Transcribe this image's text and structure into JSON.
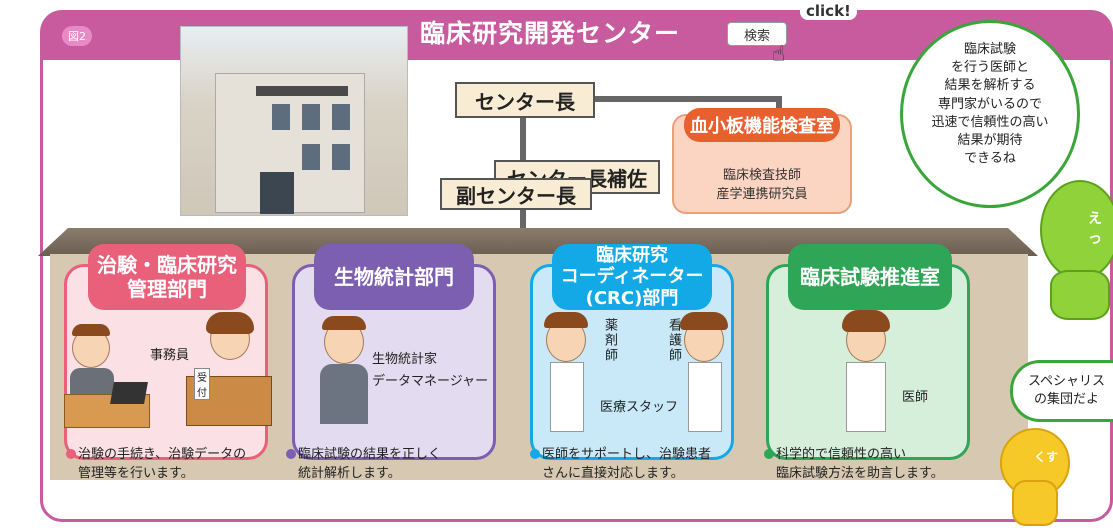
{
  "header": {
    "figure_badge": "図2",
    "title": "臨床研究開発センター",
    "search_label": "検索",
    "click_label": "click!"
  },
  "org": {
    "director": "センター長",
    "assistant": "センター長補佐",
    "vice": "副センター長"
  },
  "blood_lab": {
    "title": "血小板機能検査室",
    "roles": [
      "臨床検査技師",
      "産学連携研究員"
    ]
  },
  "departments": [
    {
      "title_lines": [
        "治験・臨床研究",
        "管理部門"
      ],
      "roles": [
        "事務員",
        "受付"
      ],
      "description_lines": [
        "治験の手続き、治験データの",
        "管理等を行います。"
      ],
      "color": "#e8607a"
    },
    {
      "title_lines": [
        "生物統計部門"
      ],
      "roles": [
        "生物統計家",
        "データマネージャー"
      ],
      "description_lines": [
        "臨床試験の結果を正しく",
        "統計解析します。"
      ],
      "color": "#7d5fb1"
    },
    {
      "title_lines": [
        "臨床研究",
        "コーディネーター",
        "(CRC)部門"
      ],
      "roles": [
        "薬剤師",
        "看護師",
        "医療スタッフ"
      ],
      "description_lines": [
        "医師をサポートし、治験患者",
        "さんに直接対応します。"
      ],
      "color": "#13a9e6"
    },
    {
      "title_lines": [
        "臨床試験推進室"
      ],
      "roles": [
        "医師"
      ],
      "description_lines": [
        "科学的で信頼性の高い",
        "臨床試験方法を助言します。"
      ],
      "color": "#2fa558"
    }
  ],
  "bubbles": {
    "top_lines": [
      "臨床試験",
      "を行う医師と",
      "結果を解析する",
      "専門家がいるので",
      "迅速で信頼性の高い",
      "結果が期待",
      "できるね"
    ],
    "bottom_lines": [
      "スペシャリス",
      "の集団だよ"
    ],
    "mascot1_text": "えっ",
    "mascot2_text": "くす"
  }
}
